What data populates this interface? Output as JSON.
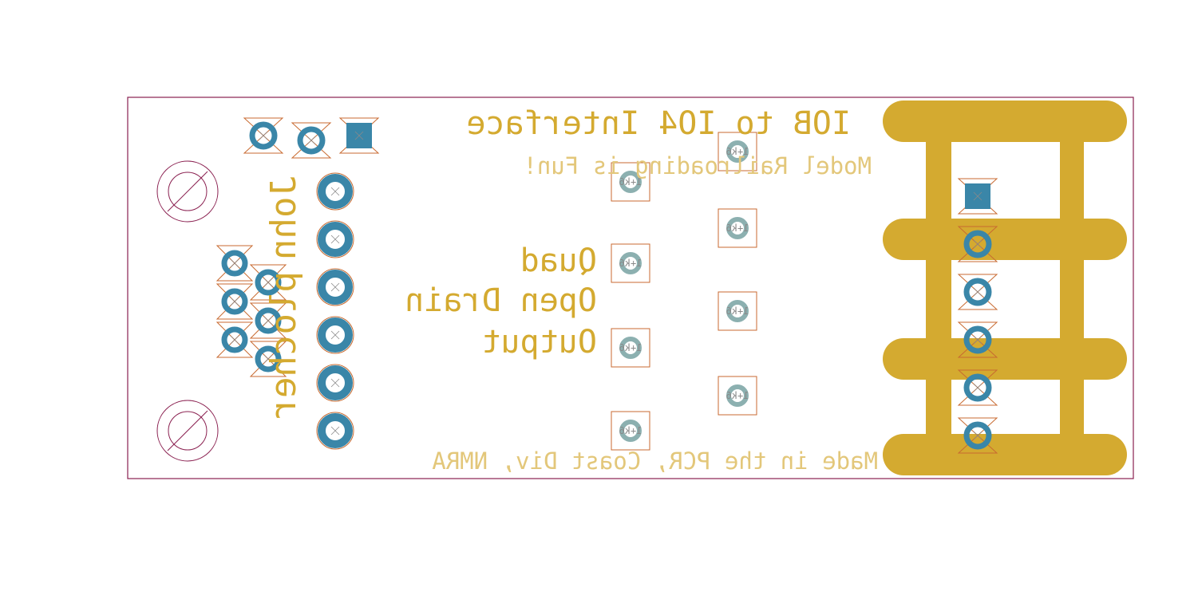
{
  "texts": {
    "title": "IOB to IO4 Interface",
    "tagline": "Model Railroading is Fun!",
    "quad": "Quad",
    "open_drain": "Open Drain",
    "output": "Output",
    "credit": "Made in the PCR, Coast Div, NMRA",
    "author_first": "John",
    "author_last": "plocher",
    "resistor_value": "1+k6"
  },
  "colors": {
    "background": "#ffffff",
    "board_outline": "#8a2050",
    "copper_text": "#d4aa30",
    "silk_text": "#e3c77a",
    "pad": "#3a86a8",
    "pad_hole": "#ffffff",
    "pad_ring": "#c86a30",
    "resistor_pad": "#8cb0b0",
    "resistor_outline": "#c86a30",
    "mount_hole": "#8a2050"
  },
  "icons": {
    "mounting_hole": "circle-slash-icon",
    "pad": "circle-x-icon",
    "square_pad": "square-pad-icon",
    "resistor": "resistor-footprint-icon"
  }
}
